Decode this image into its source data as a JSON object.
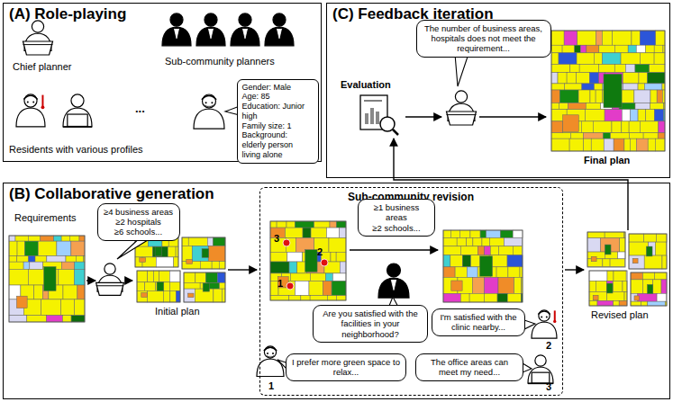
{
  "diagram": {
    "nodes": [
      {
        "text": [
          "(A) Role-playing"
        ]
      },
      {
        "text": [
          "Gender: Male",
          "Age: 85",
          "Education: Junior high",
          "Family size: 1",
          "Background: elderly person living alone"
        ],
        "in": 0
      },
      {
        "text": [
          "(C) Feedback iteration"
        ]
      },
      {
        "text": [
          "The number of business areas, hospitals does not meet the requirement..."
        ],
        "in": 2
      },
      {
        "text": [
          "(B) Collaborative generation"
        ]
      },
      {
        "text": [
          "≥4 business areas",
          "≥2 hospitals",
          "≥6 schools..."
        ],
        "in": 4
      },
      {
        "text": [
          "Sub-community revision"
        ],
        "in": 4
      },
      {
        "text": [
          "≥1 business areas",
          "≥2 schools..."
        ],
        "in": 6
      },
      {
        "text": [
          "Are you satisfied with the facilities in your neighborhood?"
        ],
        "in": 6
      },
      {
        "text": [
          "I'm satisfied with the clinic nearby..."
        ],
        "in": 6
      },
      {
        "text": [
          "I prefer more green space to relax..."
        ],
        "in": 6
      },
      {
        "text": [
          "The office areas can meet my need..."
        ],
        "in": 6
      }
    ],
    "labels": [
      "Chief planner",
      "Sub-community planners",
      "Residents with various profiles",
      "...",
      "Evaluation",
      "Final plan",
      "Requirements",
      "Initial plan",
      "3",
      "1",
      "2",
      "Revised plan",
      "1",
      "2",
      "3"
    ]
  }
}
